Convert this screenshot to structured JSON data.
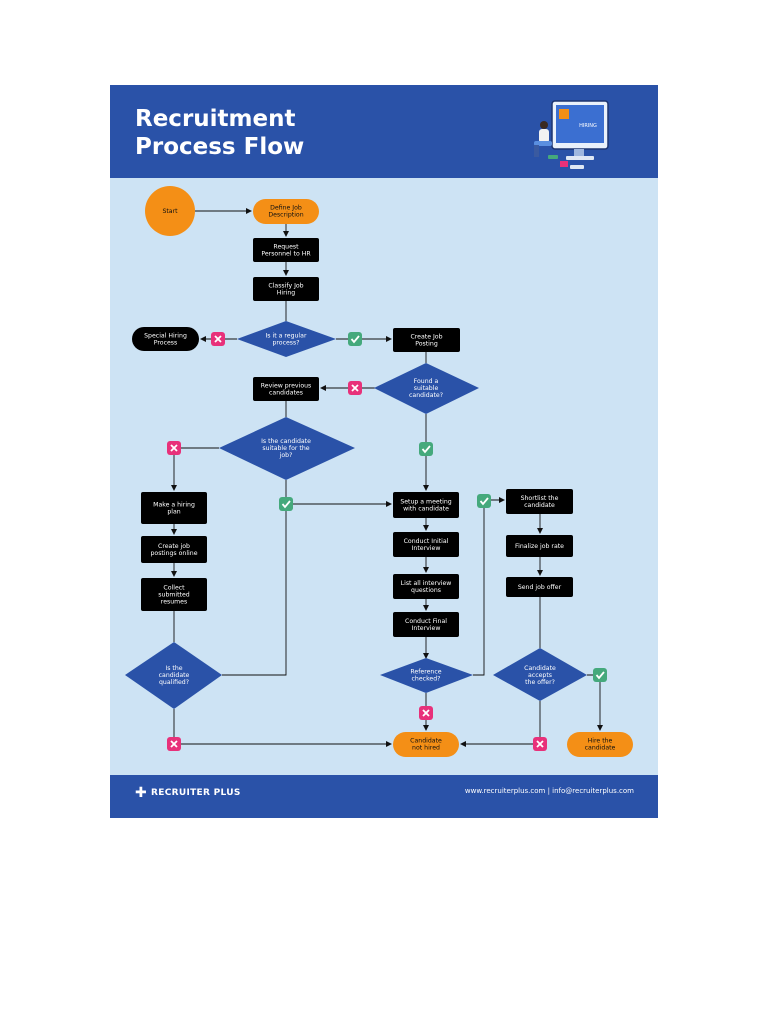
{
  "header": {
    "title_line1": "Recruitment",
    "title_line2": "Process Flow"
  },
  "footer": {
    "brand": "RECRUITER PLUS",
    "contact": "www.recruiterplus.com | info@recruiterplus.com"
  },
  "illustration": {
    "screen_text": "HIRING"
  },
  "colors": {
    "header": "#2a52a8",
    "background": "#cde3f4",
    "orange": "#f48f16",
    "diamond": "#2a52a8",
    "box": "#000000",
    "yes": "#45a97c",
    "no": "#e8317a"
  },
  "nodes": {
    "start": [
      "Start"
    ],
    "define": [
      "Define Job",
      "Description"
    ],
    "request": [
      "Request",
      "Personnel to HR"
    ],
    "classify": [
      "Classify Job",
      "Hiring"
    ],
    "special": [
      "Special Hiring",
      "Process"
    ],
    "regular": [
      "Is it a regular",
      "process?"
    ],
    "create_posting": [
      "Create Job",
      "Posting"
    ],
    "review": [
      "Review previous",
      "candidates"
    ],
    "found": [
      "Found a",
      "suitable",
      "candidate?"
    ],
    "suitable": [
      "Is the candidate",
      "suitable for the",
      "job?"
    ],
    "hiring_plan": [
      "Make a hiring",
      "plan"
    ],
    "postings_online": [
      "Create job",
      "postings online"
    ],
    "collect": [
      "Collect",
      "submitted",
      "resumes"
    ],
    "qualified": [
      "Is the",
      "candidate",
      "qualified?"
    ],
    "setup_meeting": [
      "Setup a meeting",
      "with candidate"
    ],
    "initial_interview": [
      "Conduct Initial",
      "Interview"
    ],
    "list_questions": [
      "List all interview",
      "questions"
    ],
    "final_interview": [
      "Conduct Final",
      "Interview"
    ],
    "reference": [
      "Reference",
      "checked?"
    ],
    "shortlist": [
      "Shortlist the",
      "candidate"
    ],
    "finalize": [
      "Finalize job rate"
    ],
    "send_offer": [
      "Send job offer"
    ],
    "accepts": [
      "Candidate",
      "accepts",
      "the offer?"
    ],
    "not_hired": [
      "Candidate",
      "not hired"
    ],
    "hire": [
      "Hire the",
      "candidate"
    ]
  }
}
